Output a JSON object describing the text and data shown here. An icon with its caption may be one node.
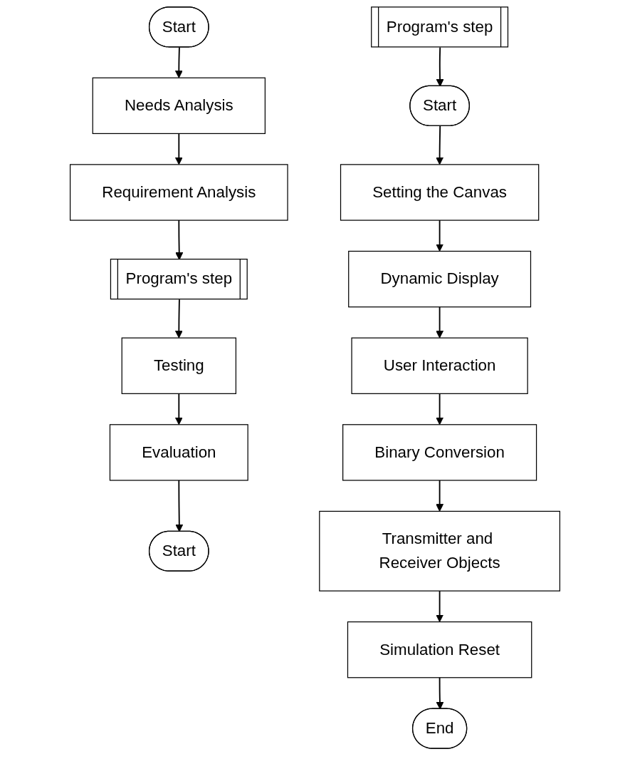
{
  "diagram": {
    "nodes": [
      {
        "text": [
          "Start"
        ]
      },
      {
        "text": [
          "Needs Analysis"
        ]
      },
      {
        "text": [
          "Requirement Analysis"
        ]
      },
      {
        "text": [
          "Program's step"
        ]
      },
      {
        "text": [
          "Testing"
        ]
      },
      {
        "text": [
          "Evaluation"
        ]
      },
      {
        "text": [
          "Start"
        ]
      },
      {
        "text": [
          "Program's step"
        ]
      },
      {
        "text": [
          "Start"
        ]
      },
      {
        "text": [
          "Setting the Canvas"
        ]
      },
      {
        "text": [
          "Dynamic Display"
        ]
      },
      {
        "text": [
          "User Interaction"
        ]
      },
      {
        "text": [
          "Binary Conversion"
        ]
      },
      {
        "text": [
          "Transmitter and Receiver Objects"
        ]
      },
      {
        "text": [
          "Simulation Reset"
        ]
      },
      {
        "text": [
          "End"
        ]
      }
    ],
    "edges": [
      {
        "from": 0,
        "to": 1,
        "arrow": "to"
      },
      {
        "from": 1,
        "to": 2,
        "arrow": "to"
      },
      {
        "from": 2,
        "to": 3,
        "arrow": "to"
      },
      {
        "from": 3,
        "to": 4,
        "arrow": "to"
      },
      {
        "from": 4,
        "to": 5,
        "arrow": "to"
      },
      {
        "from": 5,
        "to": 6,
        "arrow": "to"
      },
      {
        "from": 7,
        "to": 8,
        "arrow": "to"
      },
      {
        "from": 8,
        "to": 9,
        "arrow": "to"
      },
      {
        "from": 9,
        "to": 10,
        "arrow": "to"
      },
      {
        "from": 10,
        "to": 11,
        "arrow": "to"
      },
      {
        "from": 11,
        "to": 12,
        "arrow": "to"
      },
      {
        "from": 12,
        "to": 13,
        "arrow": "to"
      },
      {
        "from": 13,
        "to": 14,
        "arrow": "to"
      },
      {
        "from": 14,
        "to": 15,
        "arrow": "to"
      }
    ]
  }
}
